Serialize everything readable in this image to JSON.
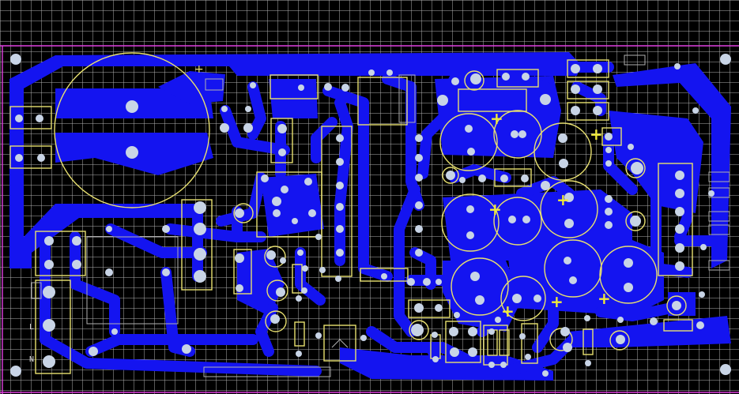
{
  "app": {
    "name": "PCB layout view"
  },
  "colors": {
    "background": "#000000",
    "grid": "#d0d0d0",
    "copper": "#1414f0",
    "pad": "#c8d4e6",
    "silkscreen": "#e8e070",
    "board_outline": "#e040e0",
    "secondary_silk": "#b0b0b0"
  },
  "silkscreen": {
    "label_L": "L",
    "label_N": "N",
    "polarity_mark": "+"
  },
  "icons": {
    "capacitor_polarity": "plus-glyph"
  }
}
